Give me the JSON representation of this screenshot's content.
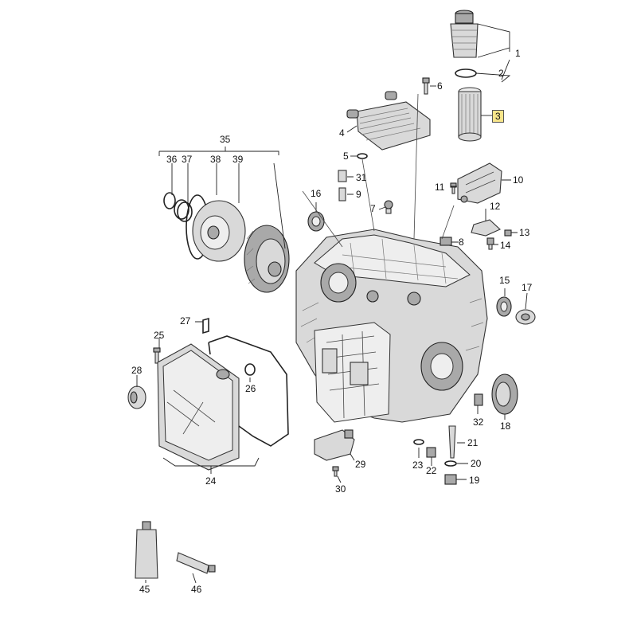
{
  "diagram": {
    "highlight_color": "#f7e58a",
    "callouts": [
      {
        "id": "1",
        "highlighted": false
      },
      {
        "id": "2",
        "highlighted": false
      },
      {
        "id": "3",
        "highlighted": true
      },
      {
        "id": "4",
        "highlighted": false
      },
      {
        "id": "5",
        "highlighted": false
      },
      {
        "id": "6",
        "highlighted": false
      },
      {
        "id": "7",
        "highlighted": false
      },
      {
        "id": "8",
        "highlighted": false
      },
      {
        "id": "9",
        "highlighted": false
      },
      {
        "id": "10",
        "highlighted": false
      },
      {
        "id": "11",
        "highlighted": false
      },
      {
        "id": "12",
        "highlighted": false
      },
      {
        "id": "13",
        "highlighted": false
      },
      {
        "id": "14",
        "highlighted": false
      },
      {
        "id": "15",
        "highlighted": false
      },
      {
        "id": "16",
        "highlighted": false
      },
      {
        "id": "17",
        "highlighted": false
      },
      {
        "id": "18",
        "highlighted": false
      },
      {
        "id": "19",
        "highlighted": false
      },
      {
        "id": "20",
        "highlighted": false
      },
      {
        "id": "21",
        "highlighted": false
      },
      {
        "id": "22",
        "highlighted": false
      },
      {
        "id": "23",
        "highlighted": false
      },
      {
        "id": "24",
        "highlighted": false
      },
      {
        "id": "25",
        "highlighted": false
      },
      {
        "id": "26",
        "highlighted": false
      },
      {
        "id": "27",
        "highlighted": false
      },
      {
        "id": "28",
        "highlighted": false
      },
      {
        "id": "29",
        "highlighted": false
      },
      {
        "id": "30",
        "highlighted": false
      },
      {
        "id": "31",
        "highlighted": false
      },
      {
        "id": "32",
        "highlighted": false
      },
      {
        "id": "35",
        "highlighted": false
      },
      {
        "id": "36",
        "highlighted": false
      },
      {
        "id": "37",
        "highlighted": false
      },
      {
        "id": "38",
        "highlighted": false
      },
      {
        "id": "39",
        "highlighted": false
      },
      {
        "id": "45",
        "highlighted": false
      },
      {
        "id": "46",
        "highlighted": false
      }
    ]
  }
}
